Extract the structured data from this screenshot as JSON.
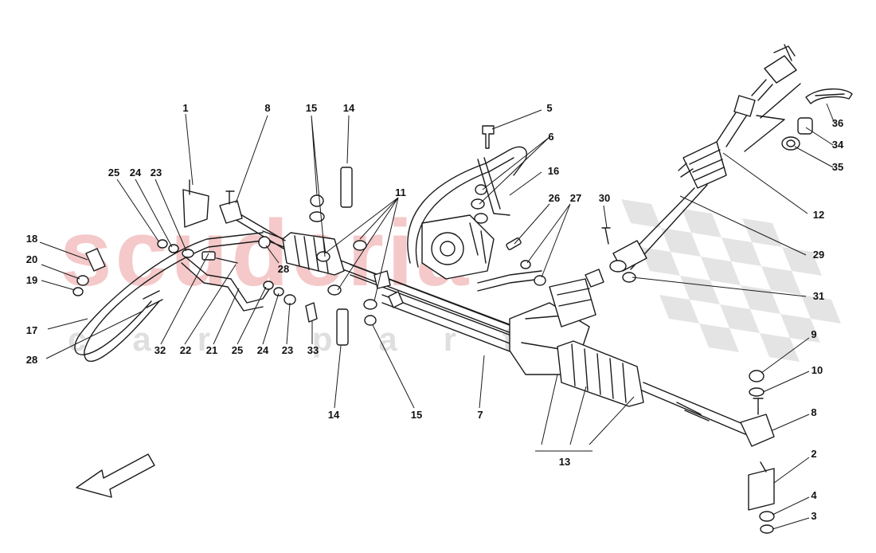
{
  "watermark": {
    "brand": "scuderia",
    "sub": "car parts",
    "color": "#f2b8b8"
  },
  "callouts": [
    {
      "id": "c1",
      "text": "1"
    },
    {
      "id": "c8a",
      "text": "8"
    },
    {
      "id": "c15a",
      "text": "15"
    },
    {
      "id": "c14a",
      "text": "14"
    },
    {
      "id": "c5",
      "text": "5"
    },
    {
      "id": "c6",
      "text": "6"
    },
    {
      "id": "c16",
      "text": "16"
    },
    {
      "id": "c11",
      "text": "11"
    },
    {
      "id": "c26",
      "text": "26"
    },
    {
      "id": "c27",
      "text": "27"
    },
    {
      "id": "c30",
      "text": "30"
    },
    {
      "id": "c25a",
      "text": "25"
    },
    {
      "id": "c24a",
      "text": "24"
    },
    {
      "id": "c23a",
      "text": "23"
    },
    {
      "id": "c18",
      "text": "18"
    },
    {
      "id": "c20",
      "text": "20"
    },
    {
      "id": "c19",
      "text": "19"
    },
    {
      "id": "c17",
      "text": "17"
    },
    {
      "id": "c28a",
      "text": "28"
    },
    {
      "id": "c28b",
      "text": "28"
    },
    {
      "id": "c32",
      "text": "32"
    },
    {
      "id": "c22",
      "text": "22"
    },
    {
      "id": "c21",
      "text": "21"
    },
    {
      "id": "c25b",
      "text": "25"
    },
    {
      "id": "c24b",
      "text": "24"
    },
    {
      "id": "c23b",
      "text": "23"
    },
    {
      "id": "c33",
      "text": "33"
    },
    {
      "id": "c14b",
      "text": "14"
    },
    {
      "id": "c15b",
      "text": "15"
    },
    {
      "id": "c7",
      "text": "7"
    },
    {
      "id": "c13",
      "text": "13"
    },
    {
      "id": "c36",
      "text": "36"
    },
    {
      "id": "c34",
      "text": "34"
    },
    {
      "id": "c35",
      "text": "35"
    },
    {
      "id": "c12",
      "text": "12"
    },
    {
      "id": "c29",
      "text": "29"
    },
    {
      "id": "c31",
      "text": "31"
    },
    {
      "id": "c9",
      "text": "9"
    },
    {
      "id": "c10",
      "text": "10"
    },
    {
      "id": "c8b",
      "text": "8"
    },
    {
      "id": "c2",
      "text": "2"
    },
    {
      "id": "c4",
      "text": "4"
    },
    {
      "id": "c3",
      "text": "3"
    }
  ]
}
